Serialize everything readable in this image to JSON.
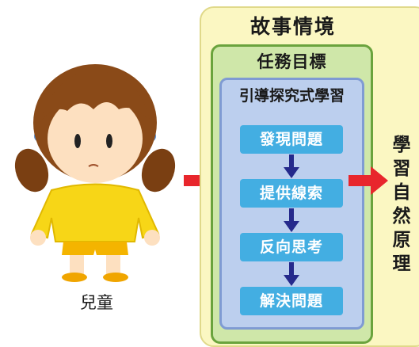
{
  "story": {
    "title": "故事情境",
    "task": {
      "title": "任務目標",
      "inquiry": {
        "title": "引導探究式學習",
        "steps": [
          "發現問題",
          "提供線索",
          "反向思考",
          "解決問題"
        ]
      }
    }
  },
  "outcome": {
    "chars": [
      "學",
      "習",
      "自",
      "然",
      "原",
      "理"
    ]
  },
  "child": {
    "label": "兒童"
  },
  "colors": {
    "story_bg": "#fbf7c2",
    "task_bg": "#cfe7a9",
    "task_border": "#6aa33d",
    "inquiry_bg": "#bccfee",
    "step_bg": "#43aee2",
    "arrow_red": "#e8262c",
    "arrow_navy": "#252a8c"
  },
  "icons": [
    "child-illustration",
    "red-arrow-right-icon",
    "navy-arrow-down-icon"
  ]
}
